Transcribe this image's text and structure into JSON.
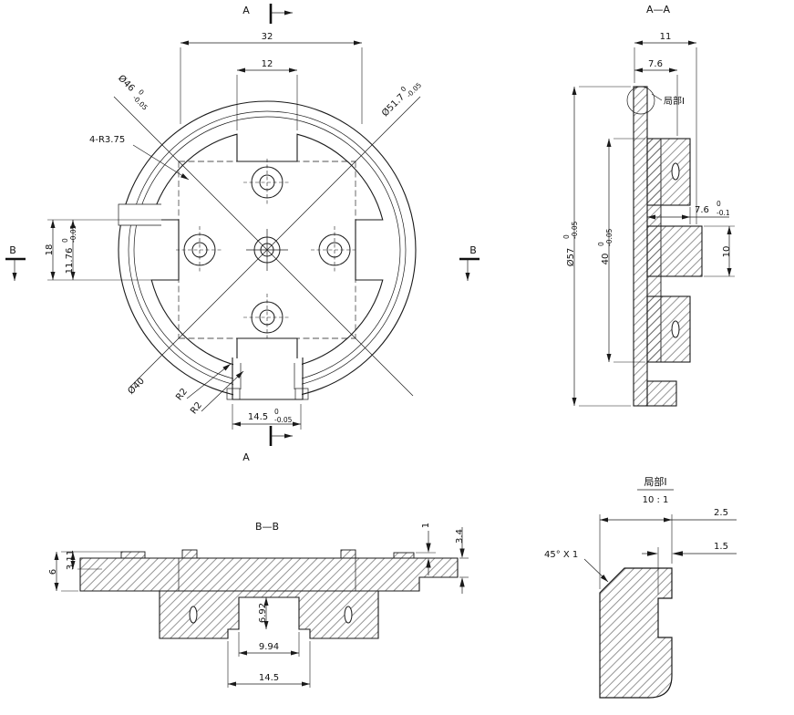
{
  "meta": {
    "ink_color": "#1a1a1a",
    "background": "#ffffff",
    "drawing_type": "mechanical part, multi-view orthographic with sections"
  },
  "front_view": {
    "section_a_top": "A",
    "section_a_bottom": "A",
    "section_b_left": "B",
    "section_b_right": "B",
    "dim_32": "32",
    "dim_12": "12",
    "dia_46": {
      "value": "Ø46",
      "tol_upper": "0",
      "tol_lower": "-0.05"
    },
    "dia_51_7": {
      "value": "Ø51.7",
      "tol_upper": "0",
      "tol_lower": "-0.05"
    },
    "fillet_label": "4-R3.75",
    "dim_18": "18",
    "dim_11_76": {
      "value": "11.76",
      "tol_upper": "0",
      "tol_lower": "-0.05"
    },
    "dia_40": "Ø40",
    "radius_r2_a": "R2",
    "radius_r2_b": "R2",
    "dim_14_5": {
      "value": "14.5",
      "tol_upper": "0",
      "tol_lower": "-0.05"
    }
  },
  "section_aa": {
    "title": "A—A",
    "dim_11": "11",
    "dim_7_6_top": "7.6",
    "detail_callout": "局部I",
    "dia_57": {
      "value": "Ø57",
      "tol_upper": "0",
      "tol_lower": "-0.05"
    },
    "dim_40": {
      "value": "40",
      "tol_upper": "0",
      "tol_lower": "-0.05"
    },
    "dim_7_6_right": {
      "value": "7.6",
      "tol_upper": "0",
      "tol_lower": "-0.1"
    },
    "dim_10": "10"
  },
  "section_bb": {
    "title": "B—B",
    "dim_6": "6",
    "dim_3_11": "3.11",
    "dim_1": "1",
    "dim_3_4": "3.4",
    "dim_6_92": "6.92",
    "dim_9_94": "9.94",
    "dim_14_5": "14.5"
  },
  "detail_view": {
    "title": "局部I",
    "scale": "10 : 1",
    "dim_2_5": "2.5",
    "dim_1_5": "1.5",
    "chamfer": "45° X 1"
  }
}
